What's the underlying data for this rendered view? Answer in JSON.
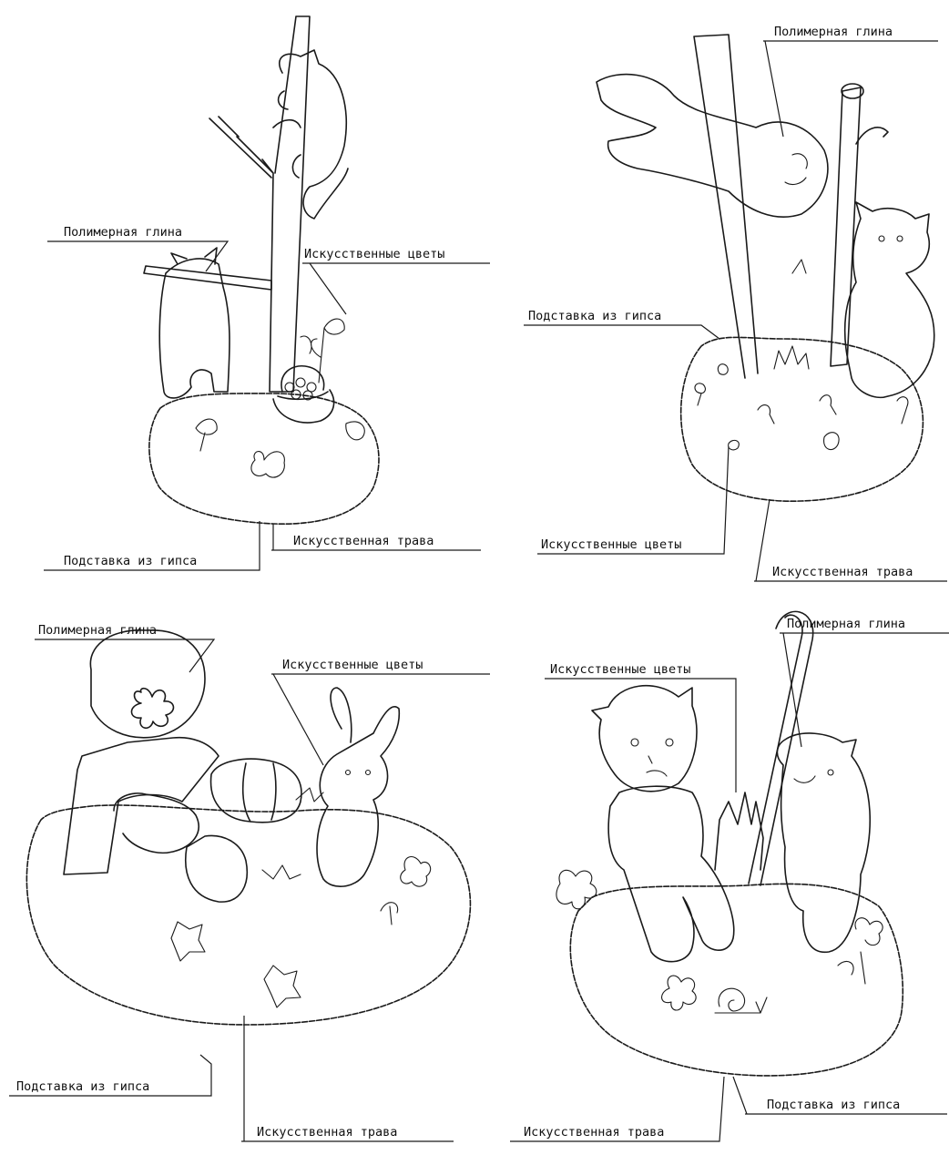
{
  "figures": [
    {
      "labels": {
        "polymer_clay": "Полимерная глина",
        "artificial_flowers": "Искусственные цветы",
        "plaster_stand": "Подставка из гипса",
        "artificial_grass": "Искусственная трава"
      }
    },
    {
      "labels": {
        "polymer_clay": "Полимерная глина",
        "plaster_stand": "Подставка из гипса",
        "artificial_flowers": "Искусственные цветы",
        "artificial_grass": "Искусственная трава"
      }
    },
    {
      "labels": {
        "polymer_clay": "Полимерная глина",
        "artificial_flowers": "Искусственные цветы",
        "plaster_stand": "Подставка из гипса",
        "artificial_grass": "Искусственная трава"
      }
    },
    {
      "labels": {
        "polymer_clay": "Полимерная глина",
        "artificial_flowers": "Искусственные цветы",
        "plaster_stand": "Подставка из гипса",
        "artificial_grass": "Искусственная трава"
      }
    }
  ],
  "colors": {
    "ink": "#1a1a1a",
    "paper": "#ffffff"
  }
}
